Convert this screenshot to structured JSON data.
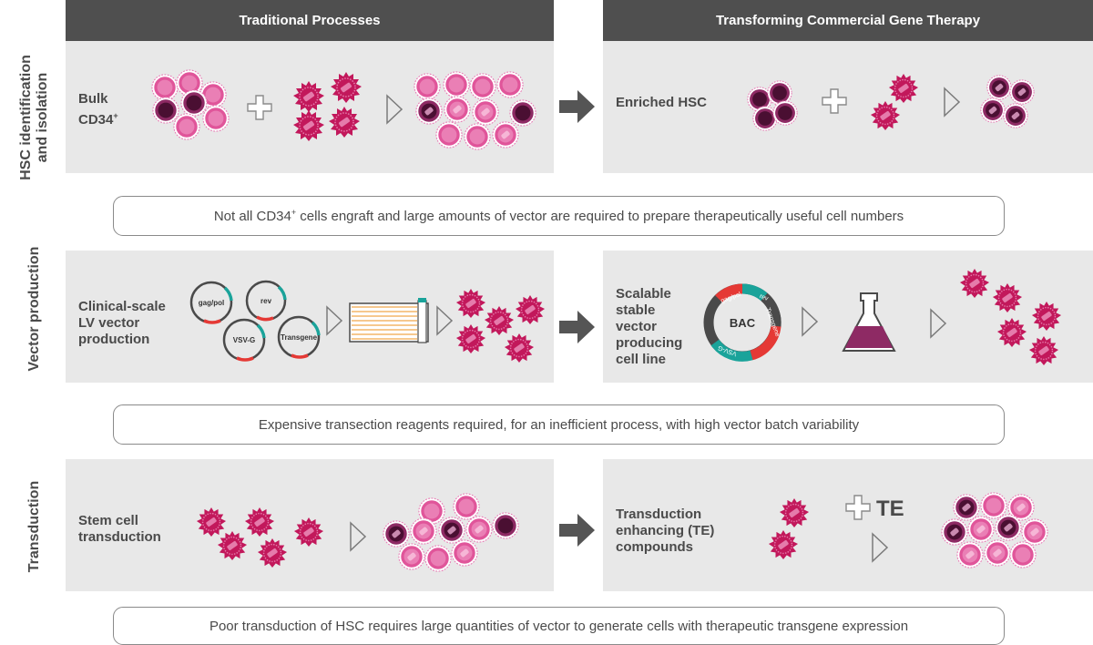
{
  "headers": {
    "traditional": "Traditional Processes",
    "transforming": "Transforming Commercial Gene Therapy"
  },
  "rows": {
    "hsc": {
      "label": "HSC identification and isolation",
      "trad_label_line1": "Bulk",
      "trad_label_line2": "CD34",
      "trad_label_sup": "+",
      "new_label": "Enriched HSC",
      "note_pre": "Not all CD34",
      "note_sup": "+",
      "note_post": " cells engraft and large amounts of vector are required to prepare therapeutically useful cell numbers"
    },
    "vector": {
      "label": "Vector production",
      "trad_label": "Clinical-scale LV vector production",
      "plasmids": [
        "gag/pol",
        "rev",
        "VSV-G",
        "Transgene"
      ],
      "new_label": "Scalable stable vector producing cell line",
      "bac_label": "BAC",
      "bac_segments": [
        "gag/pol",
        "rev",
        "Transgene",
        "VSV-G"
      ],
      "note": "Expensive transection reagents required, for an inefficient process, with high vector batch variability"
    },
    "transduction": {
      "label": "Transduction",
      "trad_label": "Stem cell transduction",
      "new_label": "Transduction enhancing (TE) compounds",
      "te_label": "TE",
      "note": "Poor transduction of HSC requires large quantities of vector to generate cells with therapeutic transgene expression"
    }
  },
  "colors": {
    "header_bg": "#4f4f4f",
    "panel_bg": "#e8e8e8",
    "magenta": "#c2185b",
    "dark_purple": "#6a1b4d",
    "pink": "#e0559a",
    "teal": "#1aa39a",
    "red": "#e53935",
    "arrow": "#555555"
  },
  "icons": [
    "cell-icon",
    "virus-icon",
    "plus-icon",
    "arrow-right-icon",
    "chevron-icon",
    "plasmid-icon",
    "bioreactor-icon",
    "flask-icon",
    "bac-ring-icon"
  ]
}
